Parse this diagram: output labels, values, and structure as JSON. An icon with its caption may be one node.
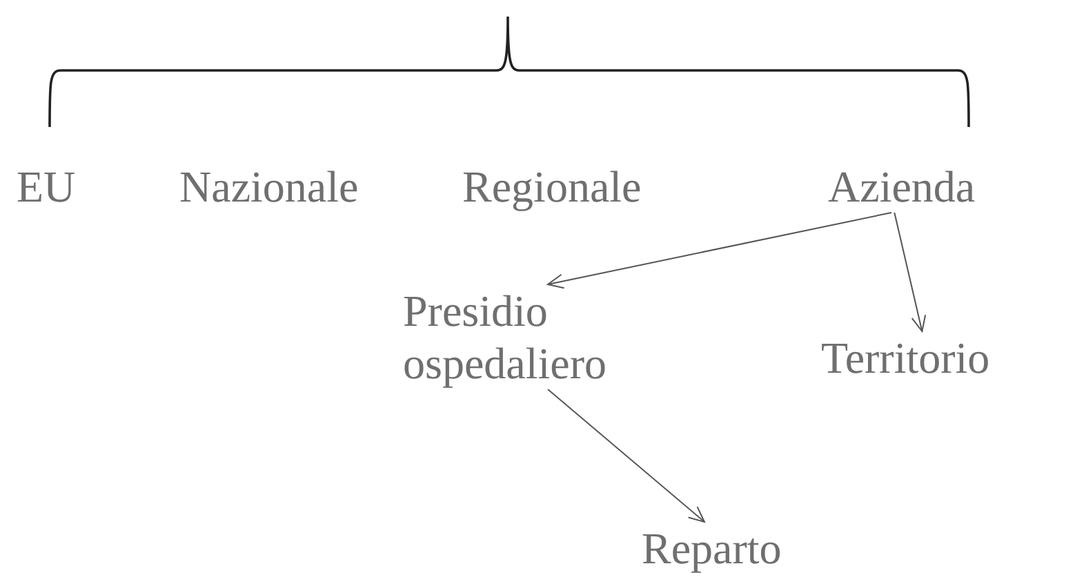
{
  "diagram": {
    "nodes": [
      {
        "text": [
          "EU"
        ]
      },
      {
        "text": [
          "Nazionale"
        ]
      },
      {
        "text": [
          "Regionale"
        ]
      },
      {
        "text": [
          "Azienda"
        ]
      },
      {
        "text": [
          "Presidio ospedaliero"
        ]
      },
      {
        "text": [
          "Territorio"
        ]
      },
      {
        "text": [
          "Reparto"
        ]
      }
    ],
    "edges": [
      {
        "from": 3,
        "to": 4,
        "arrow": "to"
      },
      {
        "from": 3,
        "to": 5,
        "arrow": "to"
      },
      {
        "from": 4,
        "to": 6,
        "arrow": "to"
      }
    ]
  }
}
